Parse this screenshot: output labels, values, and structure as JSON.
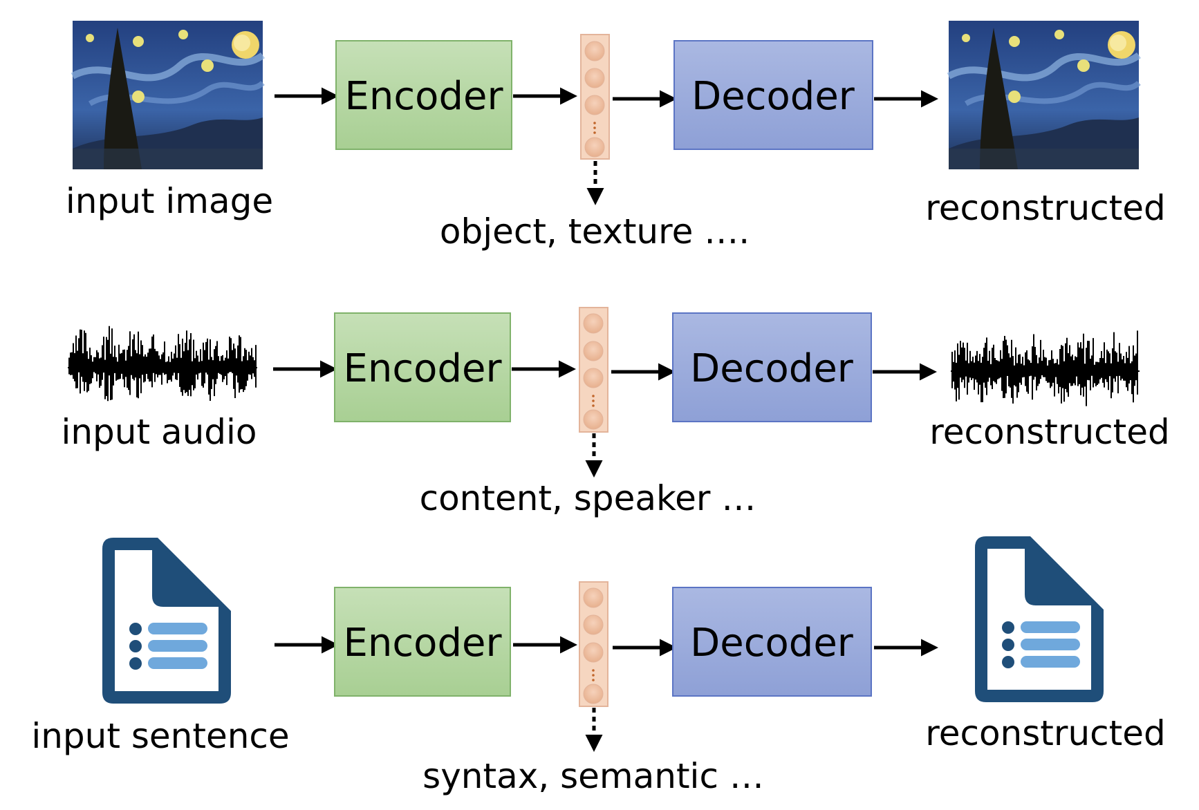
{
  "rows": [
    {
      "kind": "image",
      "input_label": "input image",
      "encoder_label": "Encoder",
      "decoder_label": "Decoder",
      "output_label": "reconstructed",
      "latent_label": "object, texture …."
    },
    {
      "kind": "audio",
      "input_label": "input audio",
      "encoder_label": "Encoder",
      "decoder_label": "Decoder",
      "output_label": "reconstructed",
      "latent_label": "content, speaker …"
    },
    {
      "kind": "sentence",
      "input_label": "input sentence",
      "encoder_label": "Encoder",
      "decoder_label": "Decoder",
      "output_label": "reconstructed",
      "latent_label": "syntax, semantic …"
    }
  ],
  "colors": {
    "encoder_fill": "#b5d6a3",
    "encoder_stroke": "#7fb26a",
    "decoder_fill": "#98a8d8",
    "decoder_stroke": "#5b74c4",
    "latent_fill": "#f6d6c0",
    "latent_stroke": "#e3b49a",
    "node_fill": "#efc3a4",
    "node_dots": "#c0652a",
    "doc_dark": "#1f4e79",
    "doc_light": "#6fa8dc",
    "sky": "#2b4a8c"
  },
  "icons": {
    "input_image": "starry-night-painting",
    "input_audio": "waveform",
    "input_sentence": "document-list-icon",
    "arrow": "right-arrow",
    "latent_arrow": "dotted-down-arrow"
  }
}
